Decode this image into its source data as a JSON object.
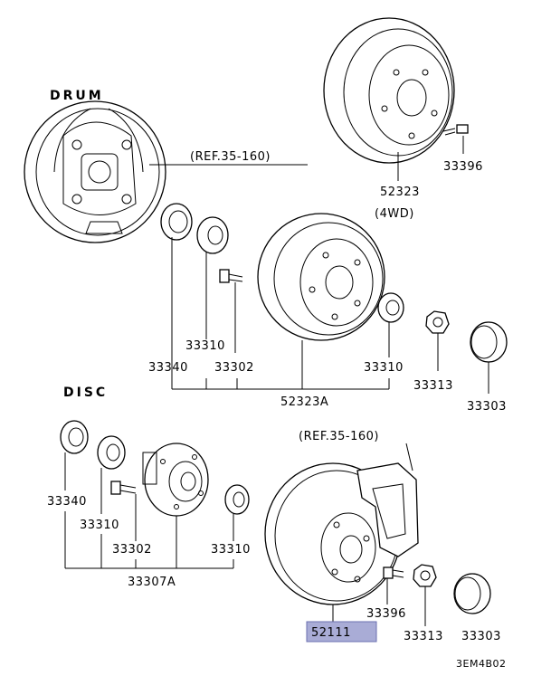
{
  "sections": {
    "drum_title": "DRUM",
    "disc_title": "DISC"
  },
  "references": {
    "drum_ref": "(REF.35-160)",
    "disc_ref": "(REF.35-160)"
  },
  "drum_parts": {
    "drum_4wd": "52323",
    "drum_4wd_note": "(4WD)",
    "bolt_top": "33396",
    "seal": "33340",
    "bearing": "33310",
    "hub_bolt": "33302",
    "drum": "52323A",
    "bearing_outer": "33310",
    "nut": "33313",
    "cap": "33303"
  },
  "disc_parts": {
    "seal": "33340",
    "bearing": "33310",
    "hub_bolt": "33302",
    "bearing_outer": "33310",
    "hub": "33307A",
    "bolt": "33396",
    "nut": "33313",
    "cap": "33303",
    "rotor_highlighted": "52111"
  },
  "highlight_color": "#a9acd6",
  "diagram_code": "3EM4B02"
}
